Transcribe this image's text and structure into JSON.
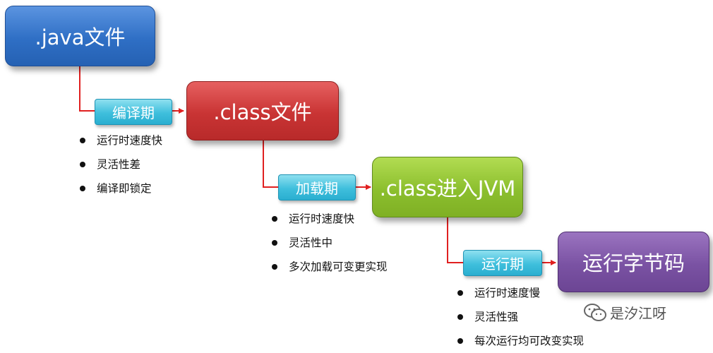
{
  "stages": [
    {
      "title": ".java文件",
      "color": "#2f6fc5"
    },
    {
      "title": ".class文件",
      "color": "#c93434"
    },
    {
      "title": ".class进入JVM",
      "color": "#8cbf2e"
    },
    {
      "title": "运行字节码",
      "color": "#7a52a3"
    }
  ],
  "phases": [
    {
      "label": "编译期",
      "bullets": [
        "运行时速度快",
        "灵活性差",
        "编译即锁定"
      ]
    },
    {
      "label": "加载期",
      "bullets": [
        "运行时速度快",
        "灵活性中",
        "多次加载可变更实现"
      ]
    },
    {
      "label": "运行期",
      "bullets": [
        "运行时速度慢",
        "灵活性强",
        "每次运行均可改变实现"
      ]
    }
  ],
  "connector_color": "#e02020",
  "watermark": {
    "text": "是汐江呀",
    "icon": "wechat-icon"
  }
}
